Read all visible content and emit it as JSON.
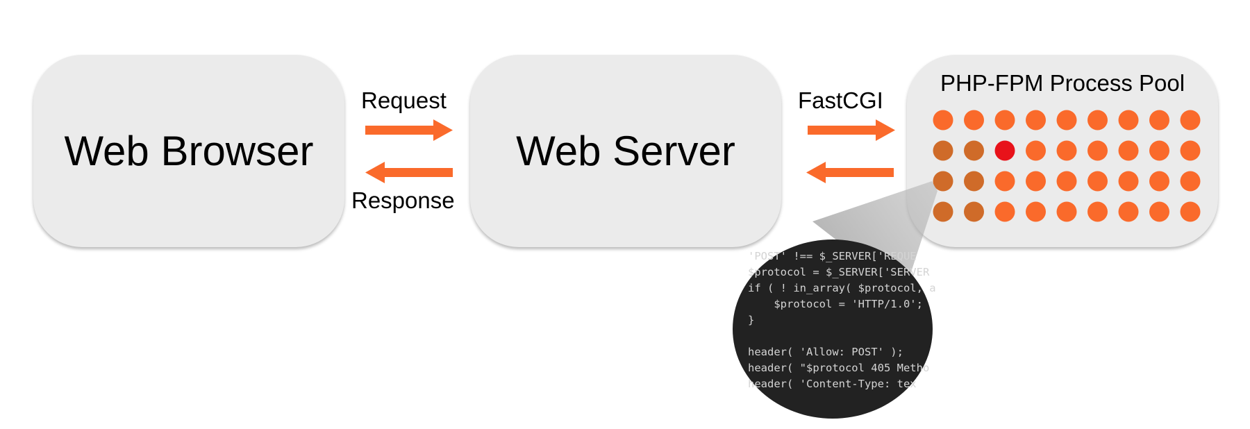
{
  "nodes": {
    "browser": "Web Browser",
    "server": "Web Server",
    "pool": "PHP-FPM Process Pool"
  },
  "edges": {
    "request": "Request",
    "response": "Response",
    "fastcgi": "FastCGI"
  },
  "pool": {
    "rows": 4,
    "cols": 9,
    "active_worker": {
      "row": 2,
      "col": 3
    },
    "dimmed_workers": [
      [
        2,
        1
      ],
      [
        2,
        2
      ],
      [
        3,
        1
      ],
      [
        3,
        2
      ],
      [
        4,
        1
      ],
      [
        4,
        2
      ]
    ]
  },
  "code_lines": [
    "'POST' !== $_SERVER['REQUE",
    "$protocol = $_SERVER['SERVER",
    "if ( ! in_array( $protocol, a",
    "    $protocol = 'HTTP/1.0';",
    "}",
    "",
    "header( 'Allow: POST' );",
    "header( \"$protocol 405 Metho",
    "header( 'Content-Type: tex"
  ],
  "colors": {
    "arrow": "#fa6a2b",
    "worker": "#fa6a2b",
    "worker_dimmed": "#cf6b29",
    "worker_active": "#e8121a",
    "box": "#ebebeb",
    "code_bg": "#222222"
  }
}
